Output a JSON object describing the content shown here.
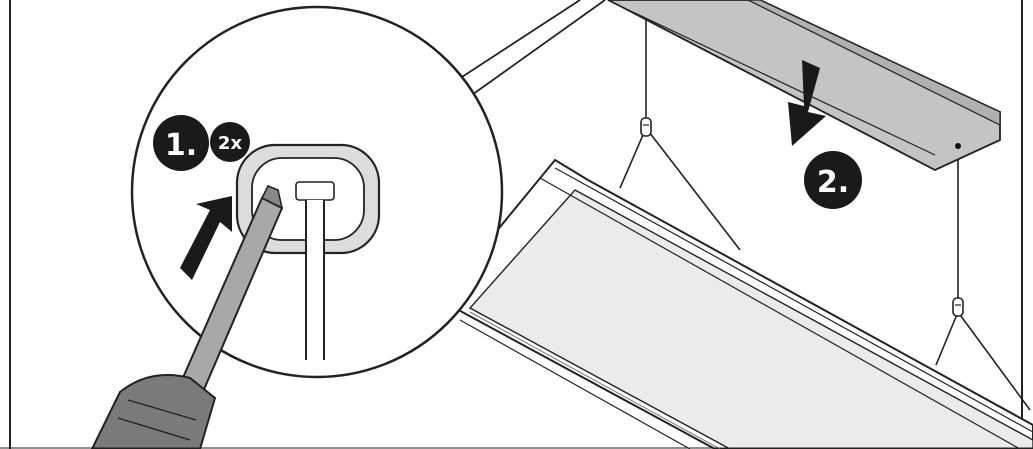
{
  "steps": {
    "step1": {
      "label": "1.",
      "multiplier": "2x"
    },
    "step2": {
      "label": "2."
    }
  },
  "colors": {
    "ink": "#111111",
    "panel_gray": "#c4c4c4",
    "panel_light": "#ebebeb",
    "screwdriver_shaft": "#a8a8a8",
    "handle": "#7a7a7a",
    "badge": "#1a1a1a"
  },
  "icons": [
    "arrow-icon",
    "screwdriver-icon"
  ]
}
